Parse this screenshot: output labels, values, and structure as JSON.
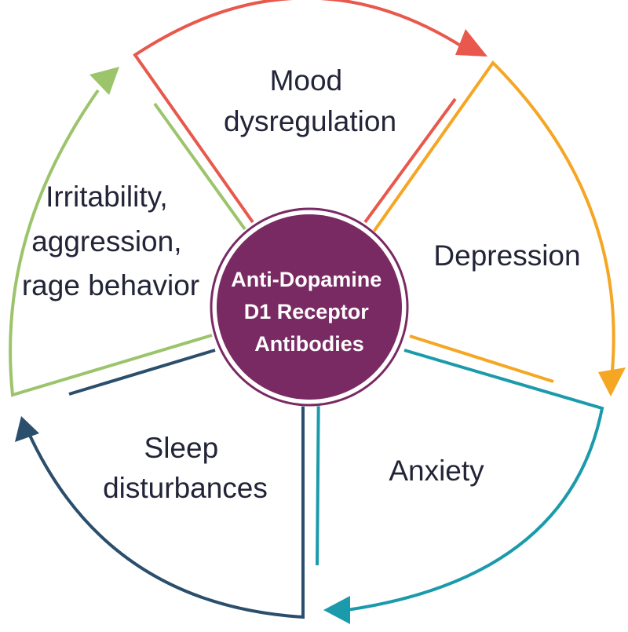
{
  "center": {
    "lines": [
      "Anti-Dopamine",
      "D1 Receptor",
      "Antibodies"
    ],
    "color": "#7a2a63"
  },
  "segments": [
    {
      "id": "mood",
      "lines": [
        "Mood",
        "dysregulation"
      ],
      "color": "#e8584c"
    },
    {
      "id": "depression",
      "lines": [
        "Depression"
      ],
      "color": "#f5a623"
    },
    {
      "id": "anxiety",
      "lines": [
        "Anxiety"
      ],
      "color": "#1b9aab"
    },
    {
      "id": "sleep",
      "lines": [
        "Sleep",
        "disturbances"
      ],
      "color": "#2a4e6c"
    },
    {
      "id": "irritability",
      "lines": [
        "Irritability,",
        "aggression,",
        "rage behavior"
      ],
      "color": "#9cc46b"
    }
  ]
}
